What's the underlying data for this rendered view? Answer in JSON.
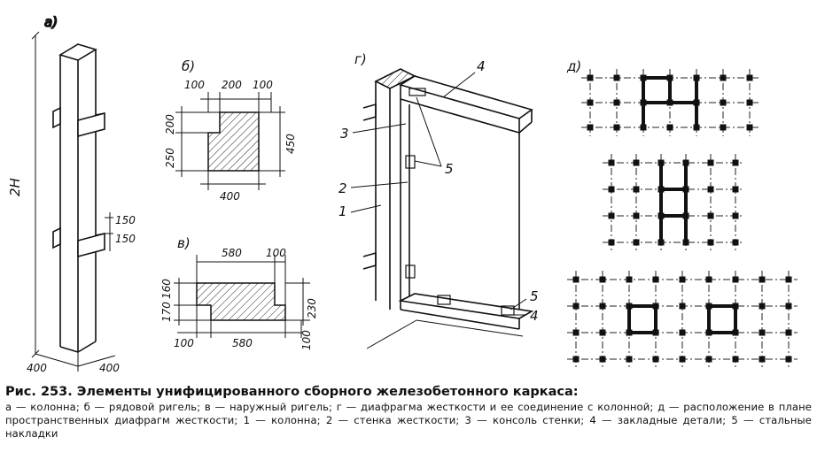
{
  "panels": {
    "a": {
      "letter": "а)",
      "height_label": "2H",
      "dim_left": "400",
      "dim_right": "400",
      "dim_top": "150",
      "dim_bottom": "150"
    },
    "b": {
      "letter": "б)",
      "top": [
        "100",
        "200",
        "100"
      ],
      "left_top": "200",
      "left_bottom": "250",
      "right": "450",
      "bottom": "400"
    },
    "v": {
      "letter": "в)",
      "top_left": "580",
      "top_right": "100",
      "left_top": "160",
      "left_bottom": "170",
      "right": "230",
      "bottom_left": "100",
      "bottom_mid": "580",
      "bottom_right": "100"
    },
    "g": {
      "letter": "г)",
      "callouts": [
        "4",
        "3",
        "5",
        "2",
        "1",
        "5",
        "4"
      ]
    },
    "d": {
      "letter": "д)"
    }
  },
  "caption": {
    "title": "Рис. 253. Элементы унифицированного сборного железобетонного каркаса:",
    "body": "а — колонна; б — рядовой ригель; в — наружный ригель; г — диафрагма жесткости и ее соединение с колонной; д — расположение в плане пространственных диафрагм жесткости; 1 — колонна; 2 — стенка жесткости; 3 — консоль стенки; 4 — закладные детали; 5 — стальные накладки"
  }
}
